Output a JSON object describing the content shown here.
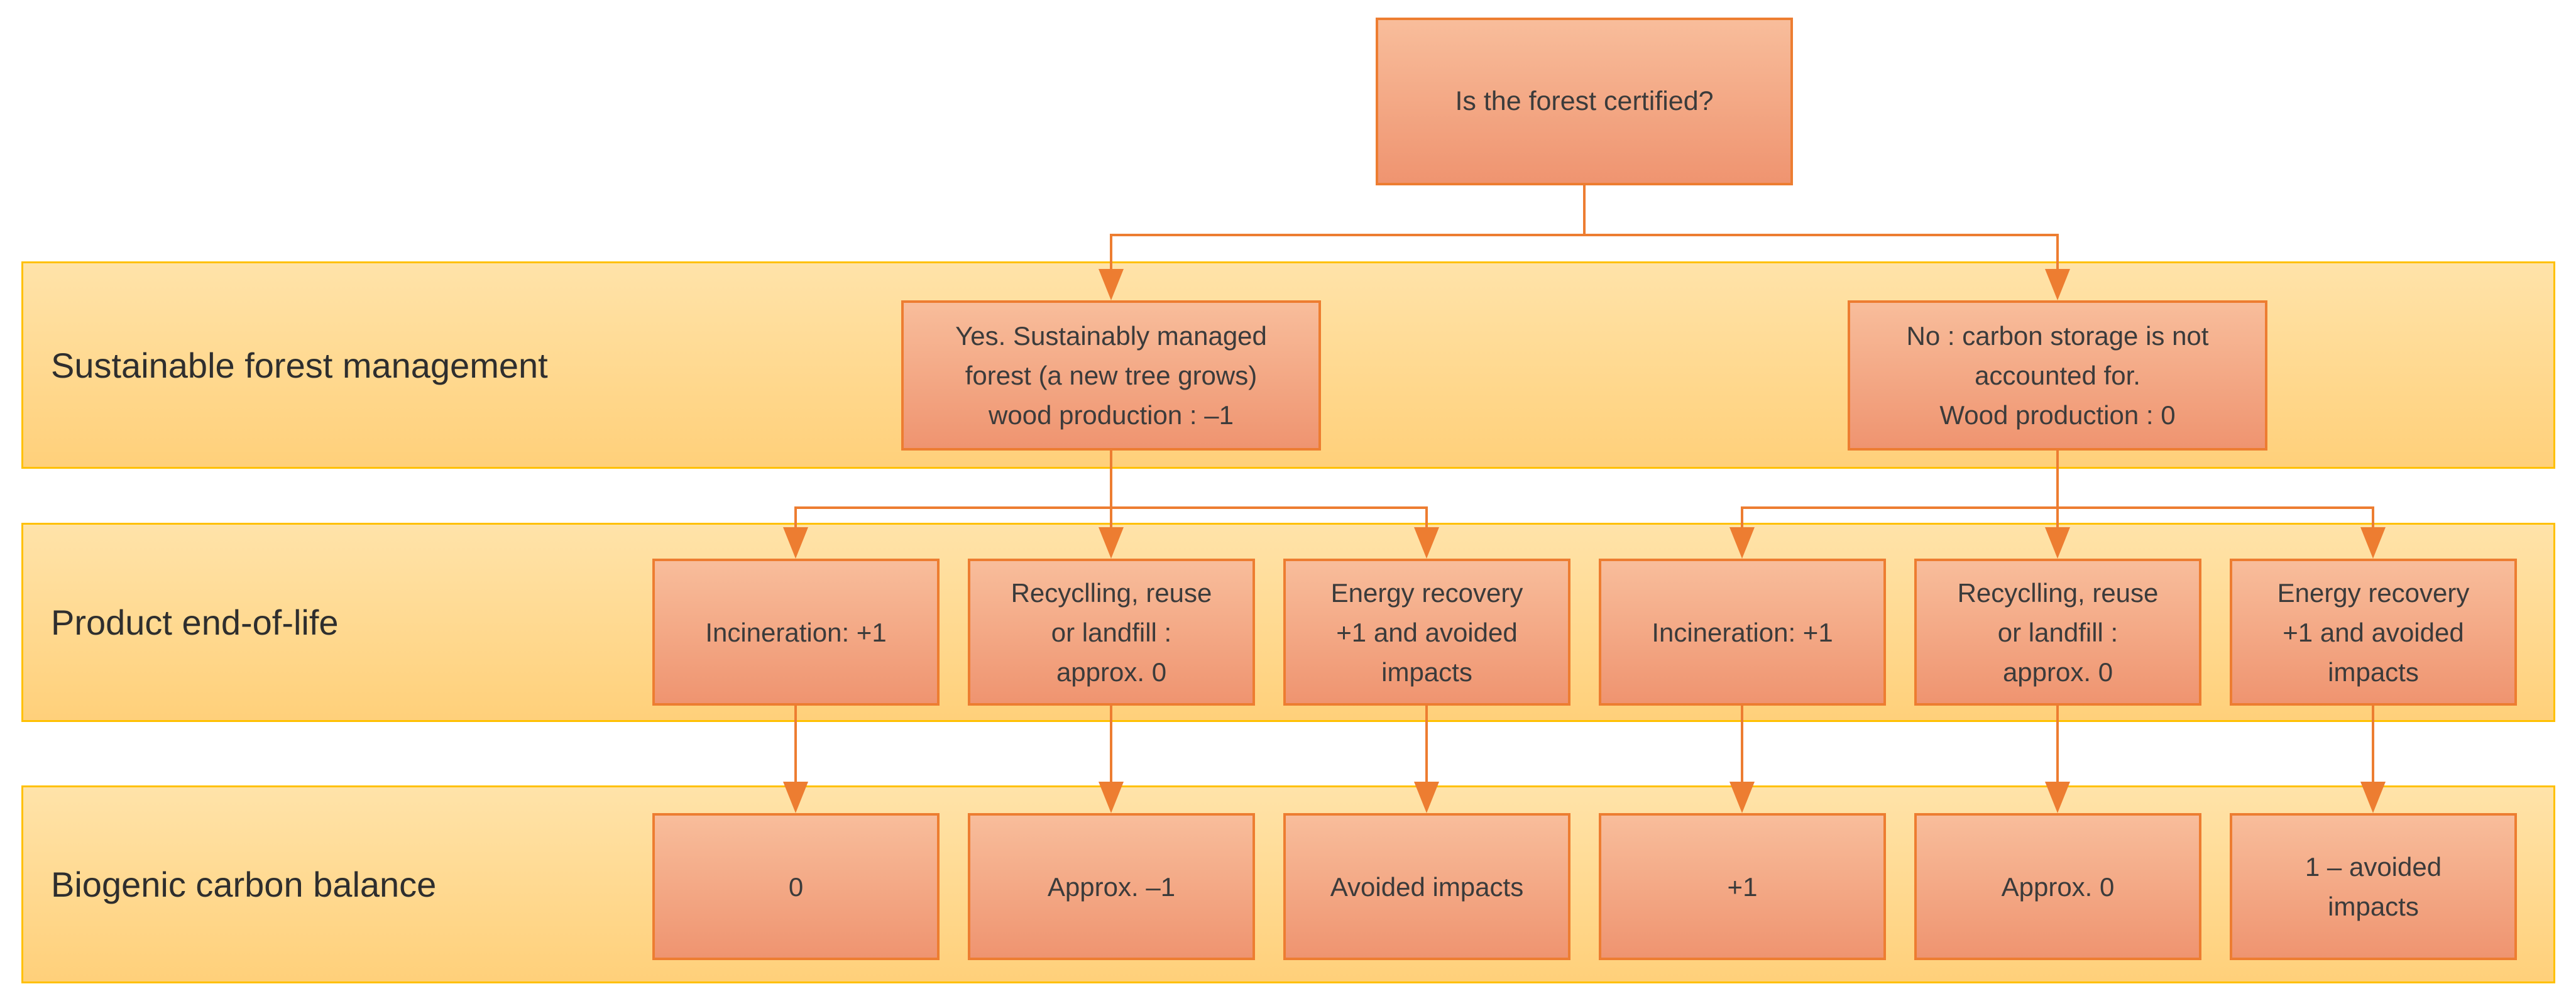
{
  "root": {
    "label": "Is the forest certified?"
  },
  "bands": [
    {
      "label": "Sustainable forest management",
      "boxes": [
        {
          "text": "Yes. Sustainably managed\nforest (a new tree grows)\nwood production : –1"
        },
        {
          "text": "No : carbon storage is not\naccounted for.\nWood production : 0"
        }
      ]
    },
    {
      "label": "Product end-of-life",
      "boxes": [
        {
          "text": "Incineration: +1"
        },
        {
          "text": "Recyclling, reuse\nor landfill :\napprox. 0"
        },
        {
          "text": "Energy recovery\n+1 and avoided\nimpacts"
        },
        {
          "text": "Incineration: +1"
        },
        {
          "text": "Recyclling, reuse\nor landfill :\napprox. 0"
        },
        {
          "text": "Energy recovery\n+1 and avoided\nimpacts"
        }
      ]
    },
    {
      "label": "Biogenic carbon balance",
      "boxes": [
        {
          "text": "0"
        },
        {
          "text": "Approx. –1"
        },
        {
          "text": "Avoided impacts"
        },
        {
          "text": "+1"
        },
        {
          "text": "Approx. 0"
        },
        {
          "text": "1 – avoided\nimpacts"
        }
      ]
    }
  ],
  "colors": {
    "band_fill_top": "#FFE3A9",
    "band_fill_bottom": "#FFD07A",
    "band_border": "#FFC000",
    "box_fill_top": "#F8BD9B",
    "box_fill_bottom": "#EF9470",
    "box_border": "#ED7D31",
    "connector": "#ED7D31",
    "text_dark": "#3B3B3B"
  }
}
